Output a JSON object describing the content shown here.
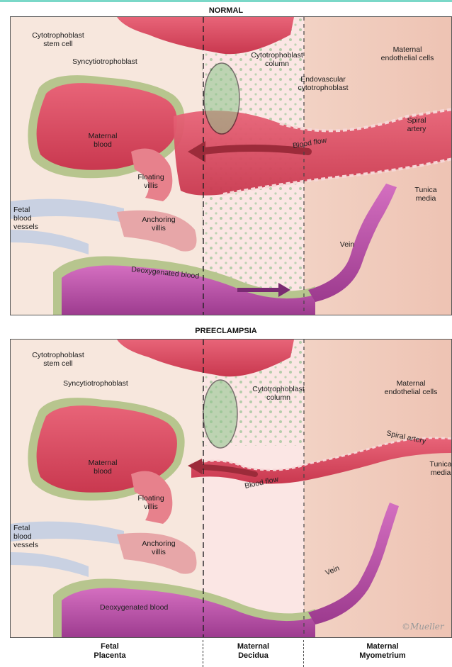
{
  "panels": [
    {
      "title": "NORMAL",
      "labels": {
        "stem_cell": "Cytotrophoblast\nstem cell",
        "syncytio": "Syncytiotrophoblast",
        "column": "Cytotrophoblast\ncolumn",
        "endovascular": "Endovascular\ncytotrophoblast",
        "endothelial": "Maternal\nendothelial cells",
        "maternal_blood": "Maternal\nblood",
        "blood_flow": "Blood flow",
        "spiral_artery": "Spiral\nartery",
        "floating_villis": "Floating\nvillis",
        "tunica_media": "Tunica\nmedia",
        "fetal_vessels": "Fetal\nblood\nvessels",
        "anchoring_villis": "Anchoring\nvillis",
        "vein": "Vein",
        "deoxy_blood": "Deoxygenated blood"
      }
    },
    {
      "title": "PREECLAMPSIA",
      "labels": {
        "stem_cell": "Cytotrophoblast\nstem cell",
        "syncytio": "Syncytiotrophoblast",
        "column": "Cytotrophoblast\ncolumn",
        "endothelial": "Maternal\nendothelial cells",
        "spiral_artery": "Spiral artery",
        "maternal_blood": "Maternal\nblood",
        "tunica_media": "Tunica\nmedia",
        "blood_flow": "Blood flow",
        "floating_villis": "Floating\nvillis",
        "fetal_vessels": "Fetal\nblood\nvessels",
        "anchoring_villis": "Anchoring\nvillis",
        "vein": "Vein",
        "deoxy_blood": "Deoxygenated blood"
      }
    }
  ],
  "regions": {
    "fetal": "Fetal\nPlacenta",
    "decidua": "Maternal\nDecidua",
    "myometrium": "Maternal\nMyometrium"
  },
  "signature": "©Mueller"
}
